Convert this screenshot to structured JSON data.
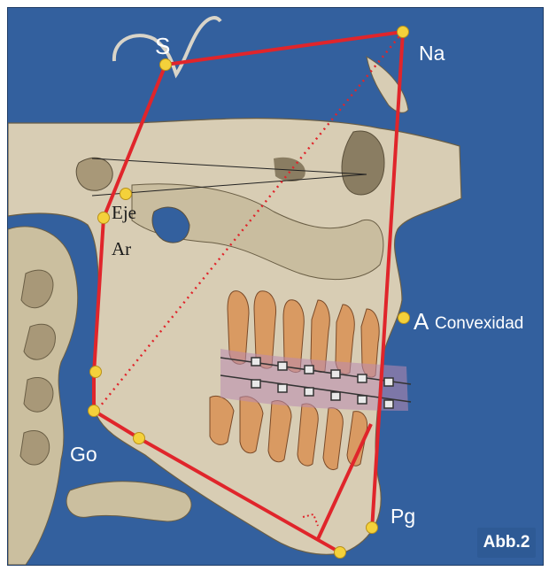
{
  "figure": {
    "badge": "Abb.2"
  },
  "landmarks": {
    "s": "S",
    "na": "Na",
    "eje": "Eje",
    "ar": "Ar",
    "a": "A",
    "convexidad": "Convexidad",
    "go": "Go",
    "pg": "Pg"
  },
  "colors": {
    "background": "#33609e",
    "line": "#e0252b",
    "point": "#f4d13b",
    "bone": "#d8cdb4",
    "tooth": "#d99a62",
    "label": "#ffffff"
  }
}
